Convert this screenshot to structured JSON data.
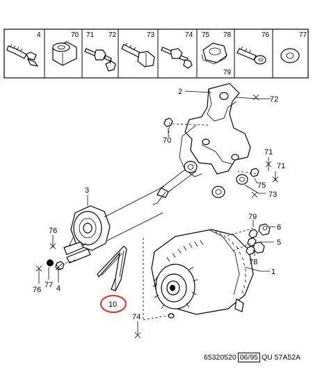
{
  "parts_strip": [
    {
      "ref": "4"
    },
    {
      "ref": "70"
    },
    {
      "ref": "71",
      "ref2": "72"
    },
    {
      "ref": "73"
    },
    {
      "ref": "74"
    },
    {
      "ref": "75",
      "ref2": "78",
      "ref3": "79"
    },
    {
      "ref": "76"
    },
    {
      "ref": "77"
    }
  ],
  "callouts": {
    "c2": "2",
    "c72": "72",
    "c70": "70",
    "c71": "71",
    "c71b": "71",
    "c75": "75",
    "c73": "73",
    "c3": "3",
    "c76": "76",
    "c79": "79",
    "c6": "6",
    "c5": "5",
    "c78": "78",
    "c1": "1",
    "c76b": "76",
    "c77": "77",
    "c4": "4",
    "c10": "10",
    "c74": "74"
  },
  "reference": {
    "code": "65320520",
    "date": "06/95",
    "suffix": "QU 57A52A"
  },
  "colors": {
    "highlight_circle": "#d9302b",
    "line": "#000000"
  }
}
